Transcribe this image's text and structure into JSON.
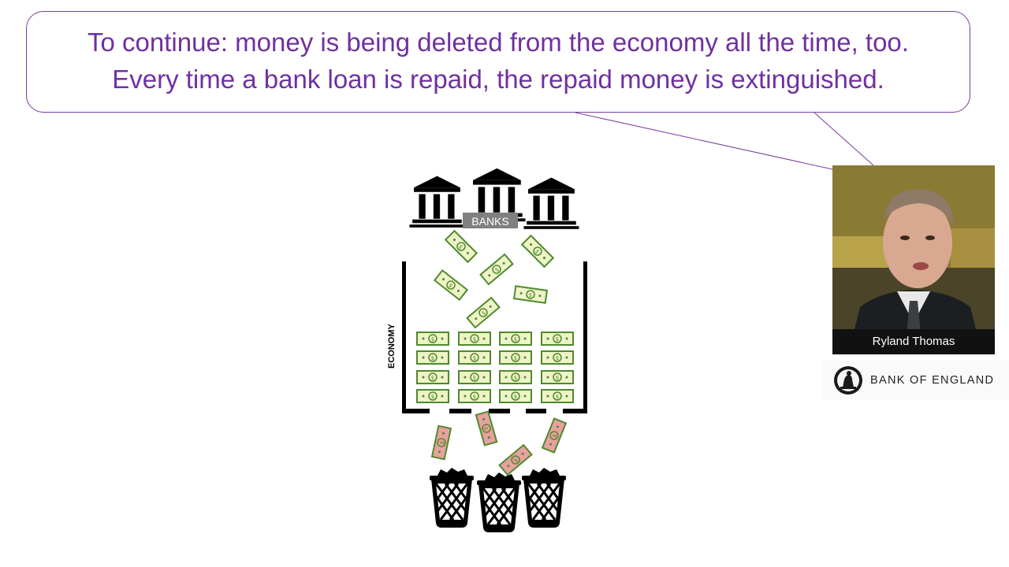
{
  "speech": {
    "line1": "To continue: money is being deleted from the economy all the time, too.",
    "line2": "Every time a bank loan is repaid, the repaid money is extinguished."
  },
  "diagram": {
    "banks_label": "BANKS",
    "economy_label": "ECONOMY"
  },
  "presenter": {
    "name": "Ryland Thomas"
  },
  "logo": {
    "text": "BANK OF ENGLAND"
  },
  "colors": {
    "speech_text": "#7030a0",
    "bubble_border": "#7a3b9e",
    "note_green": "#4f8a2c",
    "note_fill": "#eef3c8",
    "repaid_fill": "#e8a0a0"
  }
}
